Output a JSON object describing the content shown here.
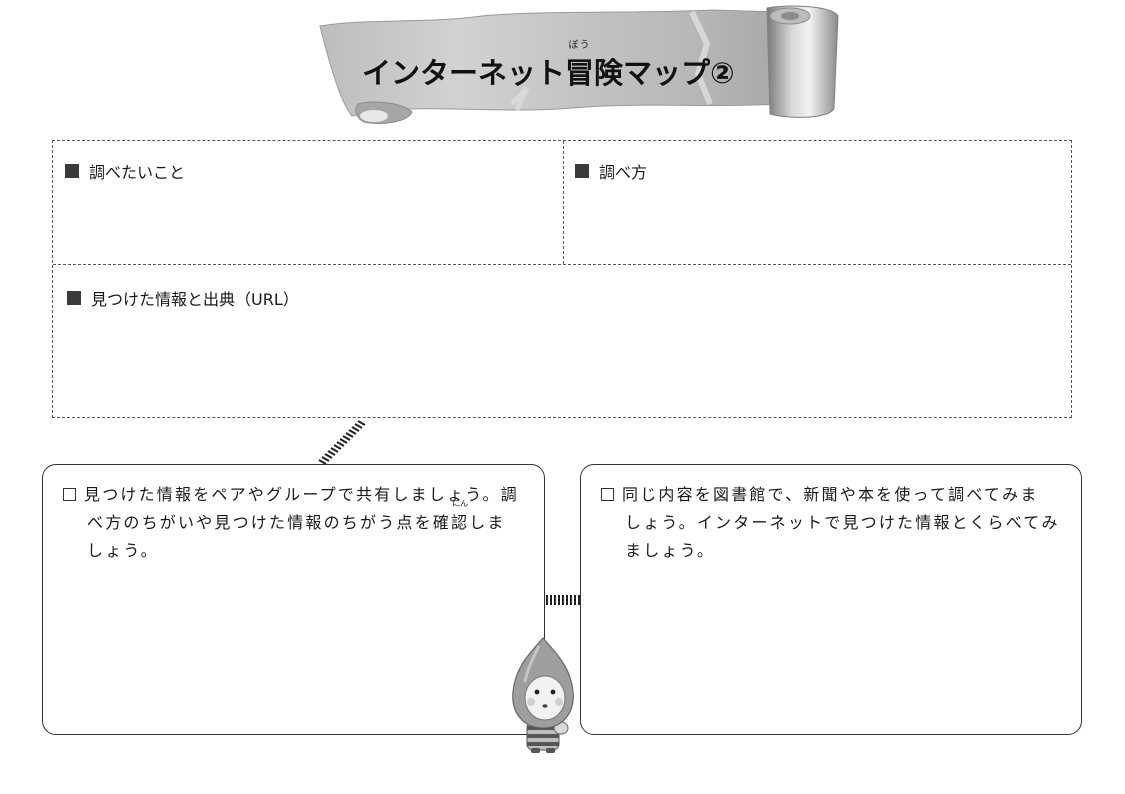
{
  "title": {
    "before": "インターネット",
    "ruby_base": "冒",
    "ruby_reading": "ぼう",
    "after": "険マップ②"
  },
  "table": {
    "cell1_label": "調べたいこと",
    "cell2_label": "調べ方",
    "cell3_label": "見つけた情報と出典（URL）"
  },
  "left_box": {
    "line1": "見つけた情報をペアやグループで共有しましょう。調",
    "line2_before": "べ方のちがいや見つけた情報のちがう点を確",
    "line2_ruby_base": "認",
    "line2_ruby_reading": "にん",
    "line2_after": "しま",
    "line3": "しょう。"
  },
  "right_box": {
    "line1": "同じ内容を図書館で、新聞や本を使って調べてみま",
    "line2": "しょう。インターネットで見つけた情報とくらべてみ",
    "line3": "ましょう。"
  },
  "icons": {
    "banner": "scroll-banner-graphic",
    "mascot": "hooded-character-icon",
    "bullet": "square-bullet-icon",
    "checkbox": "checkbox-icon"
  },
  "colors": {
    "banner_gray": "#c8c8c8",
    "border": "#555555",
    "text": "#1a1a1a"
  }
}
